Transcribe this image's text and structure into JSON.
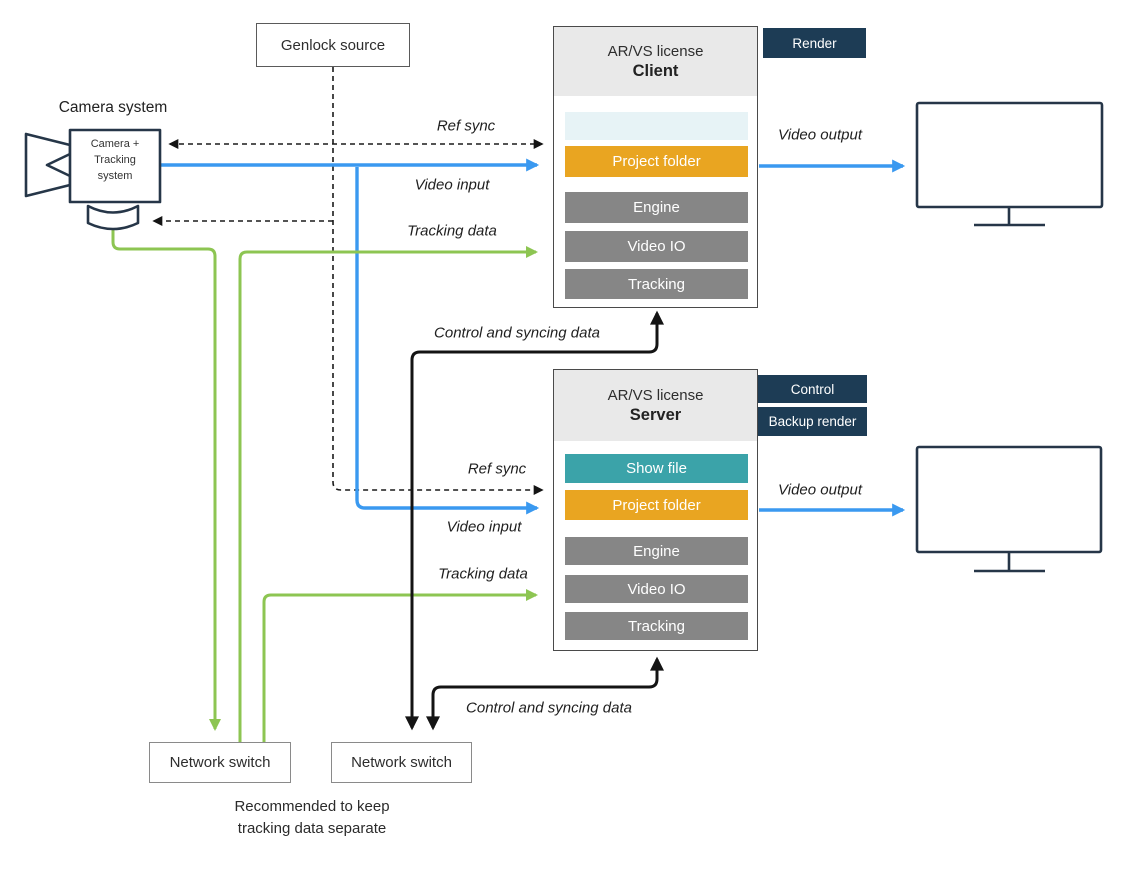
{
  "colors": {
    "blue": "#3A99F0",
    "green": "#8DC552",
    "orange": "#E9A521",
    "teal": "#3BA3A9",
    "navy": "#1D3C55",
    "gray": "#868686",
    "header": "#E9E9E9",
    "pale": "#E7F3F6"
  },
  "camera": {
    "label": "Camera system",
    "line1": "Camera +",
    "line2": "Tracking",
    "line3": "system"
  },
  "genlock": {
    "label": "Genlock source"
  },
  "client": {
    "title": "AR/VS license",
    "subtitle": "Client",
    "badges": [
      "Render"
    ],
    "rows": [
      "",
      "Project folder",
      "Engine",
      "Video IO",
      "Tracking"
    ]
  },
  "server": {
    "title": "AR/VS license",
    "subtitle": "Server",
    "badges": [
      "Control",
      "Backup render"
    ],
    "rows": [
      "Show file",
      "Project folder",
      "Engine",
      "Video IO",
      "Tracking"
    ]
  },
  "switches": {
    "left": "Network switch",
    "right": "Network switch"
  },
  "note": {
    "line1": "Recommended to keep",
    "line2": "tracking data separate"
  },
  "flow_labels": {
    "ref_sync_client": "Ref sync",
    "video_input_client": "Video input",
    "tracking_data_client": "Tracking data",
    "video_output_client": "Video output",
    "control_sync_client": "Control and syncing data",
    "ref_sync_server": "Ref sync",
    "video_input_server": "Video input",
    "tracking_data_server": "Tracking data",
    "video_output_server": "Video output",
    "control_sync_server": "Control and syncing data"
  }
}
